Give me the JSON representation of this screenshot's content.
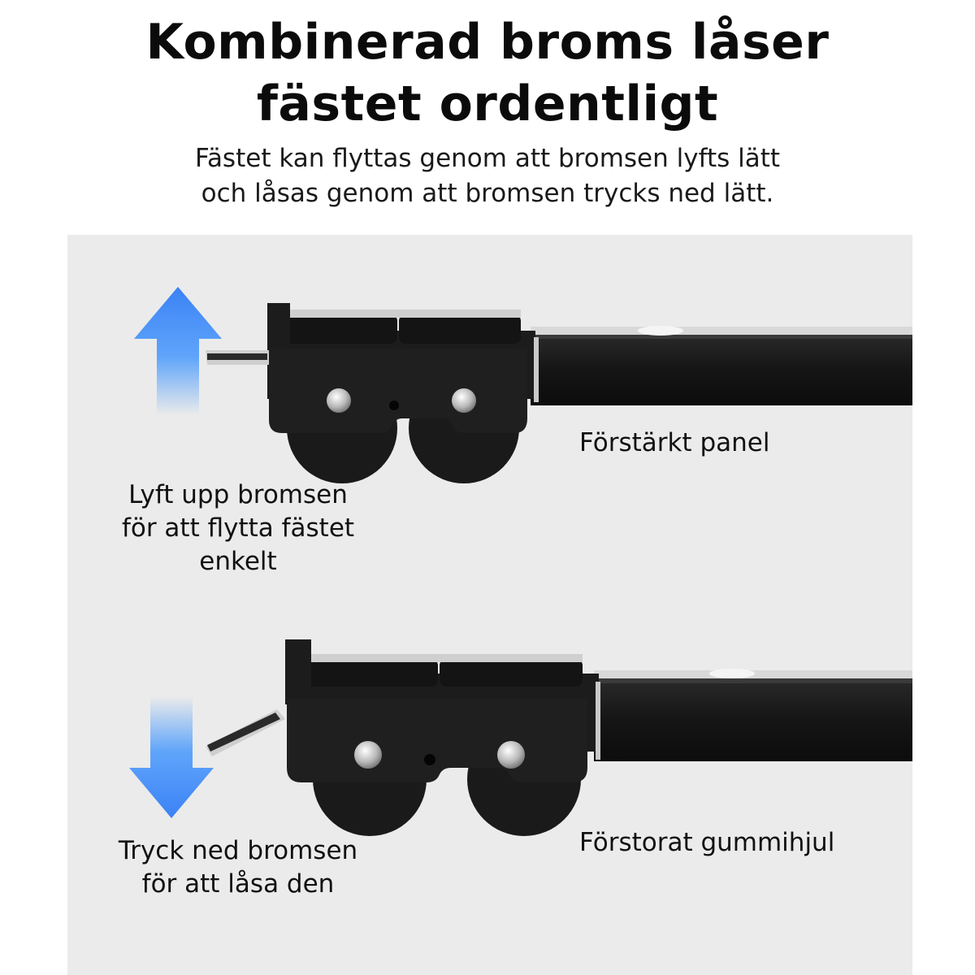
{
  "heading": {
    "line1": "Kombinerad broms låser",
    "line2": "fästet ordentligt"
  },
  "description": {
    "line1": "Fästet kan flyttas genom att bromsen lyfts lätt",
    "line2": "och låsas genom att bromsen trycks ned lätt."
  },
  "callouts": {
    "lift": {
      "line1": "Lyft upp bromsen",
      "line2": "för att flytta fästet",
      "line3": "enkelt"
    },
    "press": {
      "line1": "Tryck ned bromsen",
      "line2": "för att låsa den"
    },
    "panel_label": "Förstärkt panel",
    "wheel_label": "Förstorat gummihjul"
  },
  "icons": {
    "up": "arrow-up-icon",
    "down": "arrow-down-icon"
  },
  "colors": {
    "arrow": "#3b82f6",
    "panel_bg": "#ebebeb",
    "metal": "#1a1a1a"
  }
}
